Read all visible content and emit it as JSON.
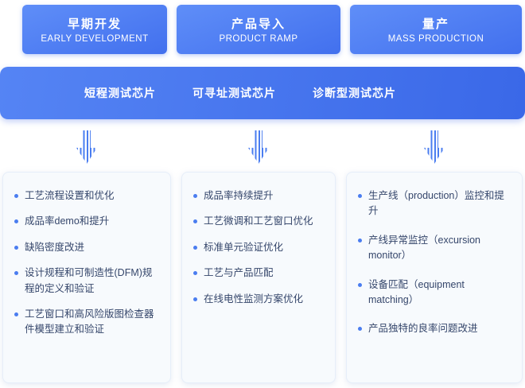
{
  "palette": {
    "header_gradient_start": "#5f8ef8",
    "header_gradient_end": "#4270ee",
    "band_gradient_start": "#5584f4",
    "band_gradient_end": "#3a68e8",
    "panel_bg": "#f7fafd",
    "panel_border": "#e6eef9",
    "bullet_dot": "#4a7df0",
    "text": "#35466b"
  },
  "stages": [
    {
      "zh": "早期开发",
      "en": "EARLY DEVELOPMENT"
    },
    {
      "zh": "产品导入",
      "en": "PRODUCT RAMP"
    },
    {
      "zh": "量产",
      "en": "MASS PRODUCTION"
    }
  ],
  "test_chips": [
    "短程测试芯片",
    "可寻址测试芯片",
    "诊断型测试芯片"
  ],
  "columns": [
    {
      "bullets": [
        "工艺流程设置和优化",
        "成品率demo和提升",
        "缺陷密度改进",
        "设计规程和可制造性(DFM)规程的定义和验证",
        "工艺窗口和高风险版图检查器件模型建立和验证"
      ]
    },
    {
      "bullets": [
        "成品率持续提升",
        "工艺微调和工艺窗口优化",
        "标准单元验证优化",
        "工艺与产品匹配",
        "在线电性监测方案优化"
      ]
    },
    {
      "bullets": [
        "生产线（production）监控和提升",
        "产线异常监控（excursion monitor）",
        "设备匹配（equipment matching）",
        "产品独特的良率问题改进"
      ]
    }
  ]
}
